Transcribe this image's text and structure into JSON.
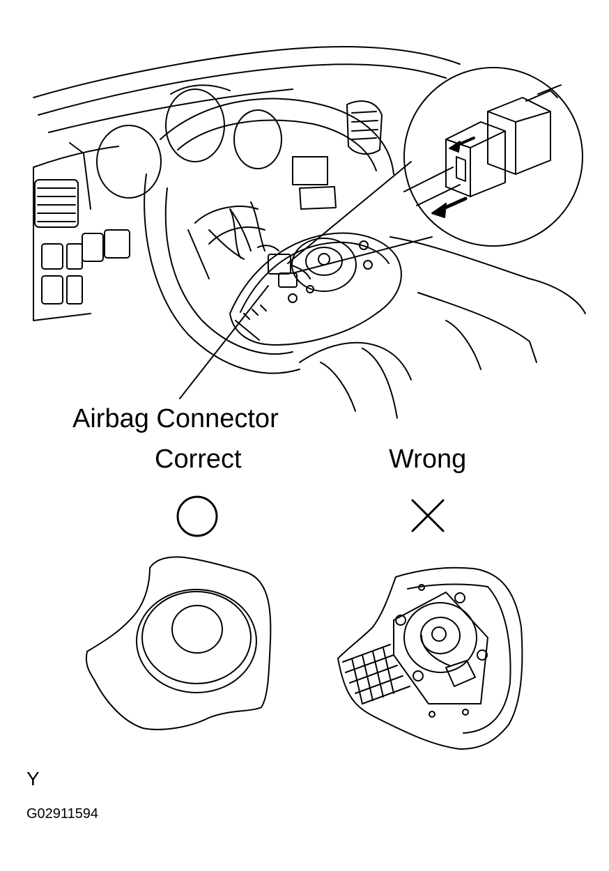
{
  "labels": {
    "callout": "Airbag Connector",
    "correct": "Correct",
    "wrong": "Wrong",
    "view_letter": "Y",
    "figure_code": "G02911594"
  },
  "marks": {
    "correct": "circle",
    "wrong": "cross"
  }
}
